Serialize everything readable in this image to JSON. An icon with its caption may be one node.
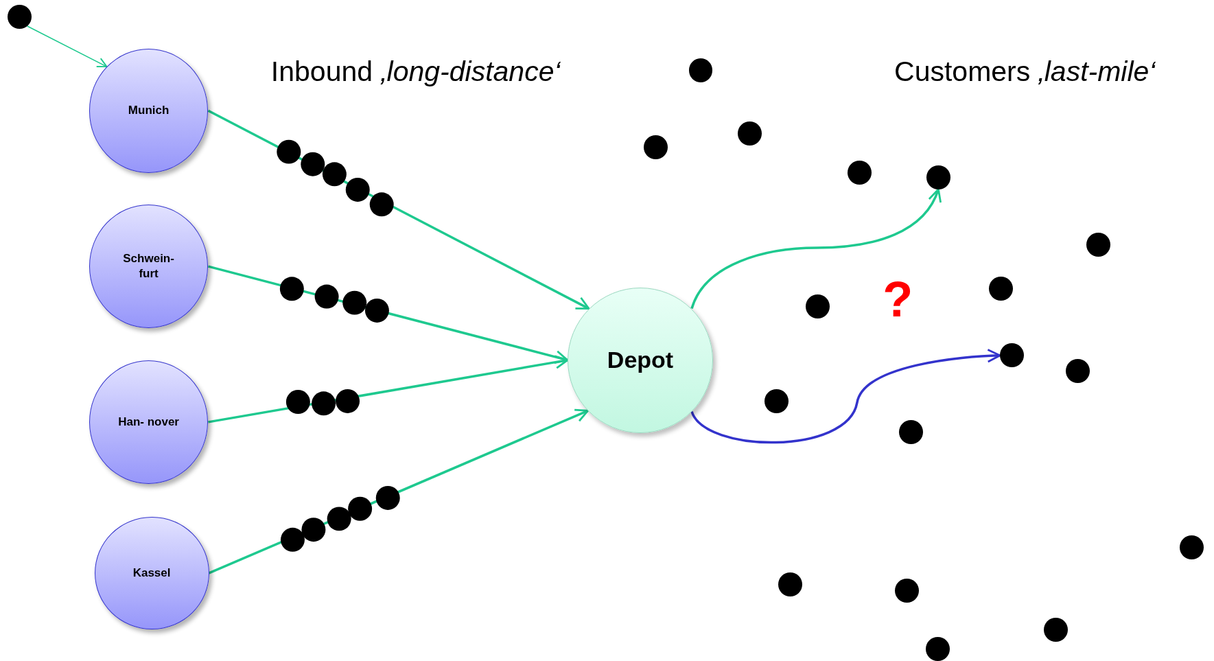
{
  "diagram": {
    "nodes": [
      {
        "text": [],
        "shape": "circle"
      },
      {
        "text": [
          "Munich"
        ]
      },
      {
        "text": [
          "Schwein- furt"
        ]
      },
      {
        "text": [
          "Han- nover"
        ]
      },
      {
        "text": [
          "Kassel"
        ]
      },
      {
        "text": [
          "Depot"
        ]
      },
      {
        "text": [],
        "shape": "circle"
      },
      {
        "text": [],
        "shape": "circle"
      },
      {
        "text": [],
        "shape": "circle"
      },
      {
        "text": [],
        "shape": "circle"
      },
      {
        "text": [],
        "shape": "circle"
      },
      {
        "text": [],
        "shape": "circle"
      },
      {
        "text": [],
        "shape": "circle"
      },
      {
        "text": [],
        "shape": "circle"
      },
      {
        "text": [],
        "shape": "circle"
      },
      {
        "text": [],
        "shape": "circle"
      },
      {
        "text": [],
        "shape": "circle"
      },
      {
        "text": [],
        "shape": "circle"
      },
      {
        "text": [],
        "shape": "circle"
      },
      {
        "text": [],
        "shape": "circle"
      },
      {
        "text": [],
        "shape": "circle"
      },
      {
        "text": [],
        "shape": "circle"
      },
      {
        "text": [],
        "shape": "circle"
      }
    ],
    "edges": [
      {
        "from": 0,
        "to": 1,
        "arrow": "to"
      },
      {
        "from": 1,
        "to": 5,
        "arrow": "to"
      },
      {
        "from": 2,
        "to": 5,
        "arrow": "to"
      },
      {
        "from": 3,
        "to": 5,
        "arrow": "to"
      },
      {
        "from": 4,
        "to": 5,
        "arrow": "to"
      },
      {
        "from": 5,
        "to": 10,
        "arrow": "to"
      },
      {
        "from": 5,
        "to": 14,
        "arrow": "to",
        "color": "#3333cc"
      }
    ],
    "labels": [
      "Inbound *‚long-distance‘*",
      "Customers *‚last-mile‘*",
      "?"
    ]
  }
}
